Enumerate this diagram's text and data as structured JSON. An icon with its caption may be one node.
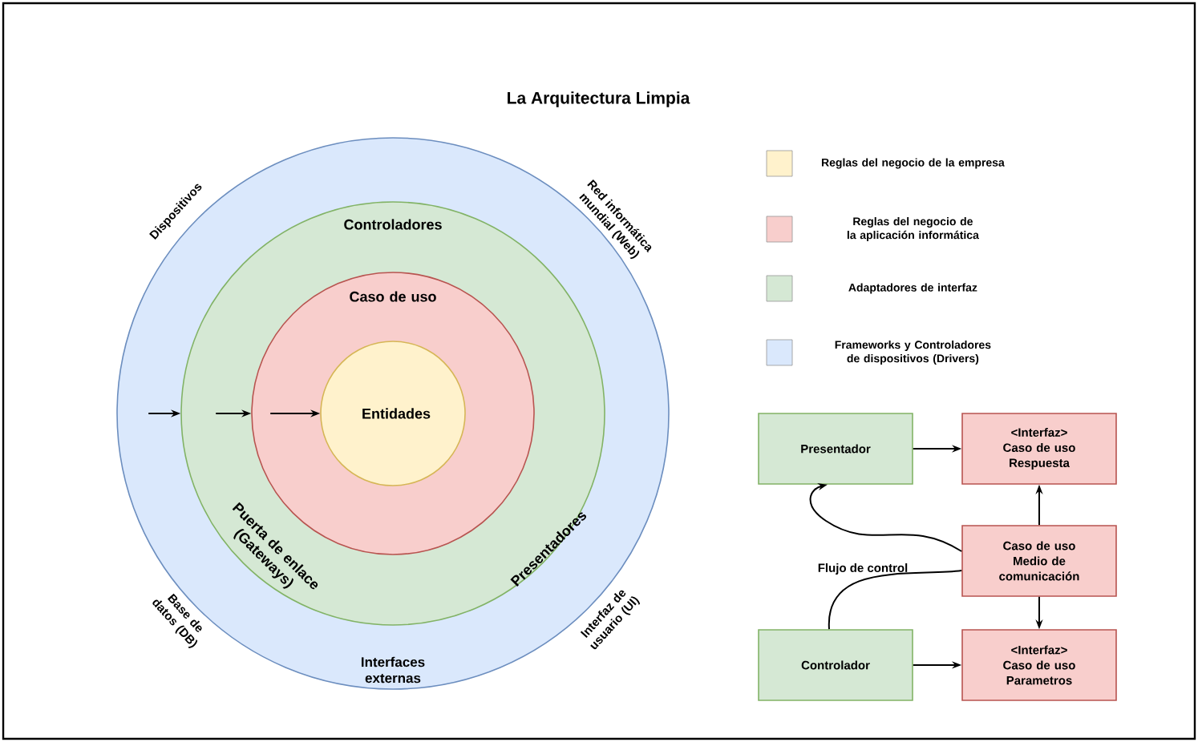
{
  "diagram": {
    "title": "La Arquitectura Limpia",
    "nodes": [
      {
        "text": [
          "Dispositivos",
          "Red informática mundial (Web)",
          "Base de datos (DB)",
          "Interfaz de usuario (UI)",
          "Interfaces externas"
        ]
      },
      {
        "text": [
          "Controladores",
          "Puerta de enlace (Gateways)",
          "Presentadores"
        ],
        "in": 0
      },
      {
        "text": [
          "Caso de uso"
        ],
        "in": 1
      },
      {
        "text": [
          "Entidades"
        ],
        "in": 2
      },
      {
        "text": [
          "Presentador"
        ]
      },
      {
        "text": [
          "<Interfaz>",
          "Caso de uso Respuesta"
        ]
      },
      {
        "text": [
          "Caso de uso Medio de comunicación"
        ]
      },
      {
        "text": [
          "Controlador"
        ]
      },
      {
        "text": [
          "<Interfaz>",
          "Caso de uso Parametros"
        ]
      }
    ],
    "edges": [
      {
        "from": 0,
        "to": 1,
        "arrow": "to"
      },
      {
        "from": 1,
        "to": 2,
        "arrow": "to"
      },
      {
        "from": 2,
        "to": 3,
        "arrow": "to"
      },
      {
        "from": 4,
        "to": 5,
        "arrow": "to"
      },
      {
        "from": 6,
        "to": 5,
        "arrow": "to"
      },
      {
        "from": 6,
        "to": 8,
        "arrow": "to"
      },
      {
        "from": 7,
        "to": 8,
        "arrow": "to"
      },
      {
        "from": 7,
        "to": 6,
        "arrow": "none"
      },
      {
        "from": 6,
        "to": 4,
        "arrow": "to"
      }
    ],
    "labels": [
      "Flujo de control"
    ],
    "legend": [
      {
        "text": "Reglas del negocio de la empresa",
        "color": "#fff2cc"
      },
      {
        "text": "Reglas del negocio de la aplicación informática",
        "color": "#f8cecc"
      },
      {
        "text": "Adaptadores de interfaz",
        "color": "#d5e8d4"
      },
      {
        "text": "Frameworks y Controladores de dispositivos (Drivers)",
        "color": "#dae8fc"
      }
    ]
  }
}
